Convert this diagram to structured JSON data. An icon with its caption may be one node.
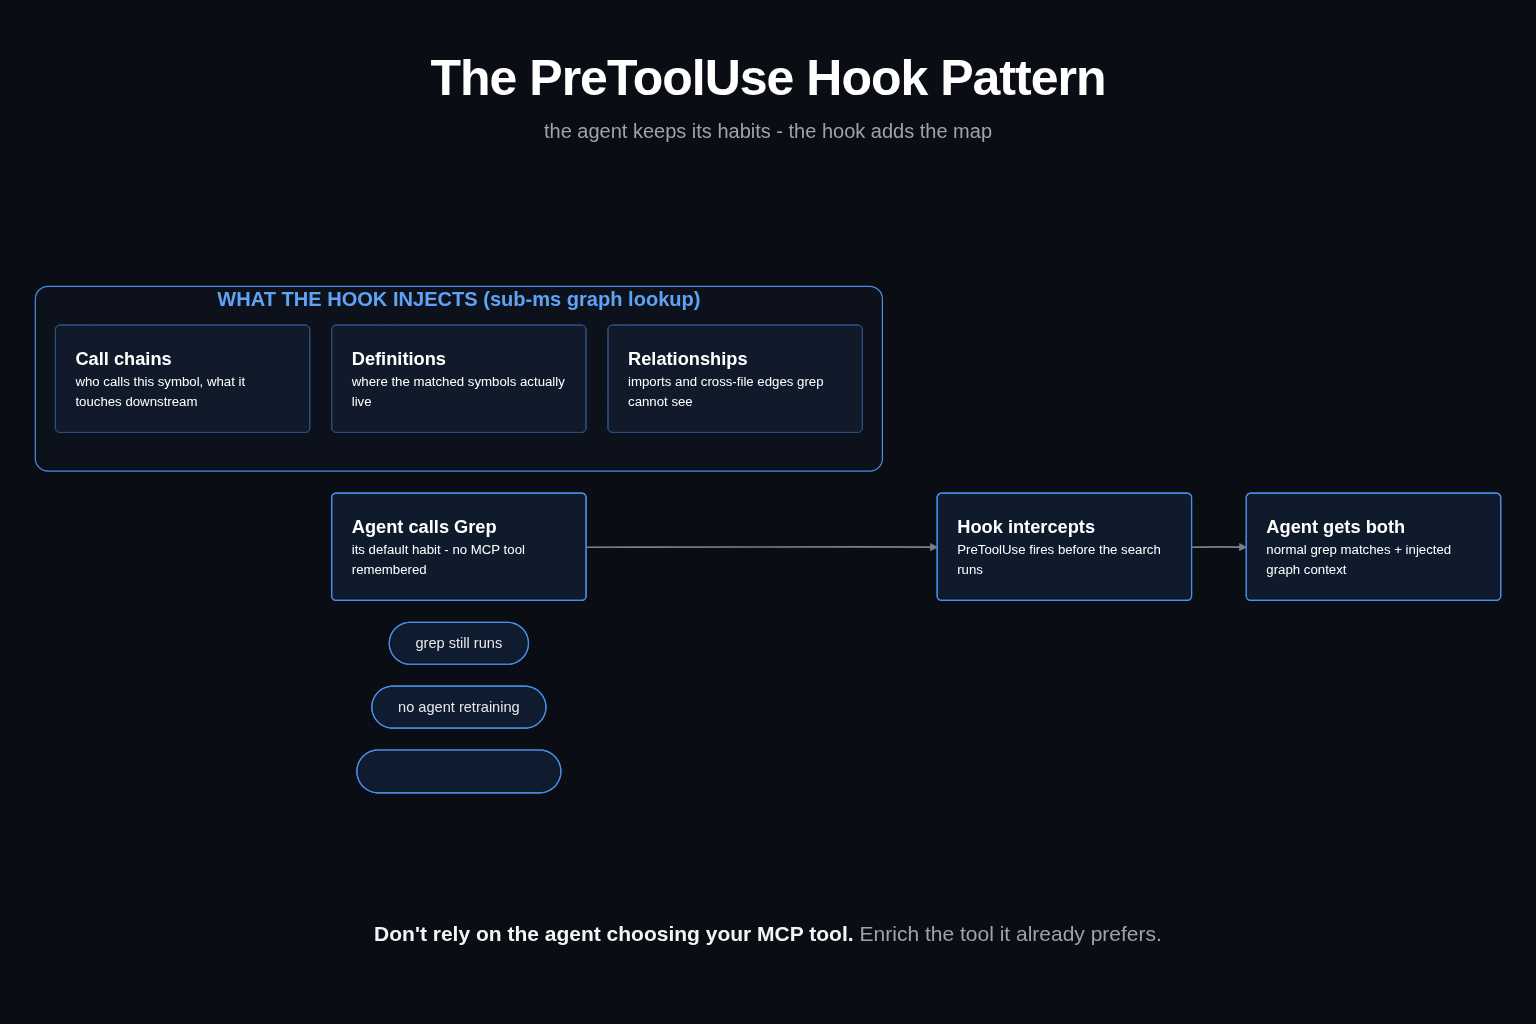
{
  "diagram": {
    "title": "The PreToolUse Hook Pattern",
    "nodes": [
      {
        "text": [
          "Agent calls Grep",
          "its default habit - no MCP tool remembered"
        ]
      },
      {
        "text": [
          "Hook intercepts",
          "PreToolUse fires before the search runs"
        ]
      },
      {
        "text": [
          "Agent gets both",
          "normal grep matches + injected graph context"
        ]
      },
      {
        "text": [
          "WHAT THE HOOK INJECTS (sub-ms graph lookup)"
        ]
      },
      {
        "text": [
          "Call chains",
          "who calls this symbol, what it touches downstream"
        ],
        "in": 3
      },
      {
        "text": [
          "Definitions",
          "where the matched symbols actually live"
        ],
        "in": 3
      },
      {
        "text": [
          "Relationships",
          "imports and cross-file edges grep cannot see"
        ],
        "in": 3
      },
      {
        "text": [
          "grep still runs"
        ]
      },
      {
        "text": [
          "no agent retraining"
        ]
      },
      {
        "text": [],
        "shape": "box"
      }
    ],
    "edges": [
      {
        "from": 0,
        "to": 1,
        "arrow": "to"
      },
      {
        "from": 1,
        "to": 2,
        "arrow": "to"
      }
    ],
    "labels": [
      "the agent keeps its habits - the hook adds the map",
      "Don't rely on the agent choosing your MCP tool.",
      "Enrich the tool it already prefers."
    ]
  }
}
